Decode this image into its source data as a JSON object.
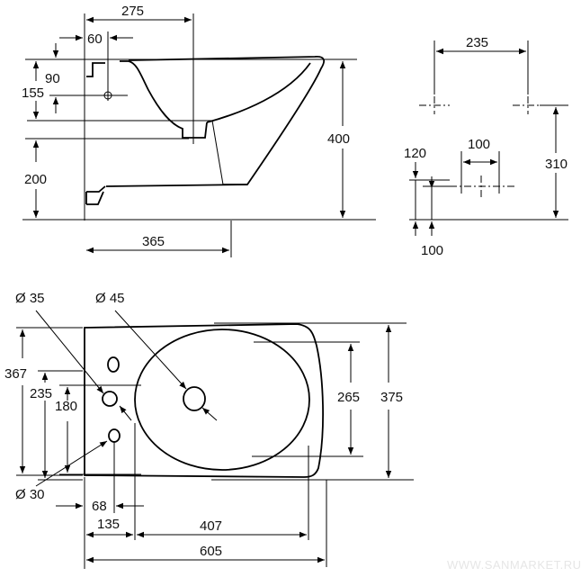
{
  "title": "Bidet dimension drawing",
  "side_view": {
    "d275": "275",
    "d60": "60",
    "d90": "90",
    "d155": "155",
    "d200": "200",
    "d400": "400",
    "d365": "365"
  },
  "rear_view": {
    "d235": "235",
    "d310": "310",
    "d120": "120",
    "d100_h": "100",
    "d100_v": "100"
  },
  "top_view": {
    "dia35": "Ø 35",
    "dia45": "Ø 45",
    "dia30": "Ø 30",
    "d367": "367",
    "d235": "235",
    "d180": "180",
    "d265": "265",
    "d375": "375",
    "d68": "68",
    "d135": "135",
    "d407": "407",
    "d605": "605"
  },
  "watermark": "WWW.SANMARKET.RU"
}
